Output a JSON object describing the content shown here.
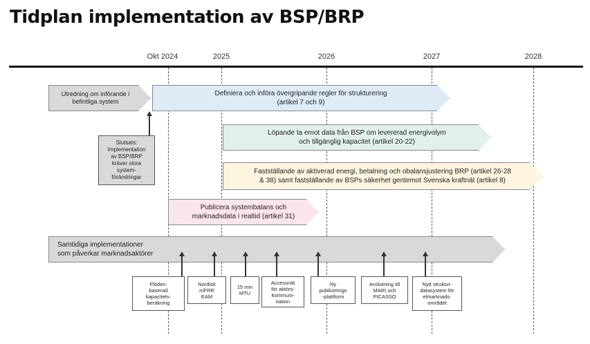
{
  "title": "Tidplan implementation av BSP/BRP",
  "timeline": {
    "labels": [
      "Okt 2024",
      "2025",
      "2026",
      "2027",
      "2028"
    ]
  },
  "arrows": {
    "utredning": "Utredning om införande i\nbefintliga system",
    "definiera": "Definiera och införa övergripande regler för strukturering\n(artikel 7 och 9)",
    "lopande": "Löpande ta emot data från BSP om levererad energivolym\noch tillgänglig kapacitet (artikel 20-22)",
    "faststallande": "Fastställande av aktiverad energi, betalning och obalansjustering BRP (artikel 26-28\n& 38) samt fastställande av BSPs säkerhet gentemot Svenska kraftnät (artikel 8)",
    "publicera": "Publicera systembalans och\nmarknadsdata i realtid (artikel 31)",
    "samtidiga": "Samtidiga implementationer\nsom påverkar marknadsaktörer"
  },
  "note": "Slutsats:\nImplementation\nav BSP/BRP\nkräver stora\nsystem-\nförändringar",
  "implementations": [
    "Flödes-\nbaserad\nkapacitets-\nberäkning",
    "Nordisk\nmFRR\nEAM",
    "15 min\nMTU",
    "Accessnät\nför aktörs-\nkommuni-\nkation",
    "Ny\npublicerings\n-plattform",
    "Anslutning till\nMARI och\nPICASSO",
    "Nytt struktur-\ndatasystem för\nelmarknads-\nområdet"
  ],
  "colors": {
    "utredning": "#d9d9d9",
    "definiera": "#deebf7",
    "lopande": "#e2f0ea",
    "faststallande": "#fdf5e0",
    "publicera": "#fbe5ec",
    "samtidiga": "#d9d9d9"
  }
}
